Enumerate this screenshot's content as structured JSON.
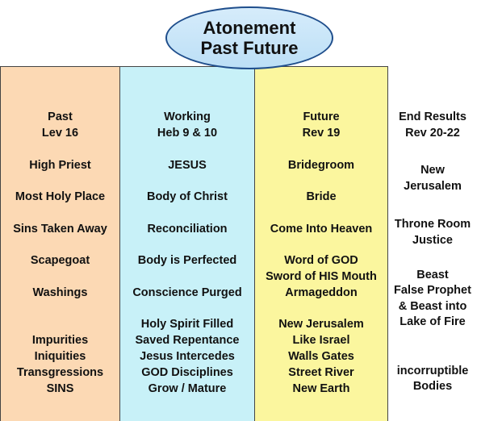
{
  "title": {
    "line1": "Atonement",
    "line2": "Past Future"
  },
  "past": {
    "header1": "Past",
    "header2": "Lev 16",
    "items": [
      "High Priest",
      "Most Holy Place",
      "Sins Taken Away",
      "Scapegoat",
      "Washings"
    ],
    "list": [
      "Impurities",
      "Iniquities",
      "Transgressions",
      "SINS"
    ]
  },
  "working": {
    "header1": "Working",
    "header2": "Heb 9 & 10",
    "items": [
      "JESUS",
      "Body of Christ",
      "Reconciliation",
      "Body is Perfected",
      "Conscience Purged"
    ],
    "list": [
      "Holy Spirit Filled",
      "Saved Repentance",
      "Jesus Intercedes",
      "GOD Disciplines",
      "Grow / Mature"
    ]
  },
  "future": {
    "header1": "Future",
    "header2": "Rev 19",
    "items": [
      "Bridegroom",
      "Bride",
      "Come Into Heaven"
    ],
    "word": [
      "Word of GOD",
      "Sword of HIS Mouth",
      "Armageddon"
    ],
    "list": [
      "New Jerusalem",
      "Like Israel",
      "Walls Gates",
      "Street River",
      "New Earth"
    ]
  },
  "results": {
    "header1": "End Results",
    "header2": "Rev 20-22",
    "r1": [
      "New",
      "Jerusalem"
    ],
    "r2": [
      "Throne Room",
      "Justice"
    ],
    "r3": [
      "Beast",
      "False Prophet",
      "& Beast into",
      "Lake of Fire"
    ],
    "r4": [
      "incorruptible",
      "Bodies"
    ]
  }
}
